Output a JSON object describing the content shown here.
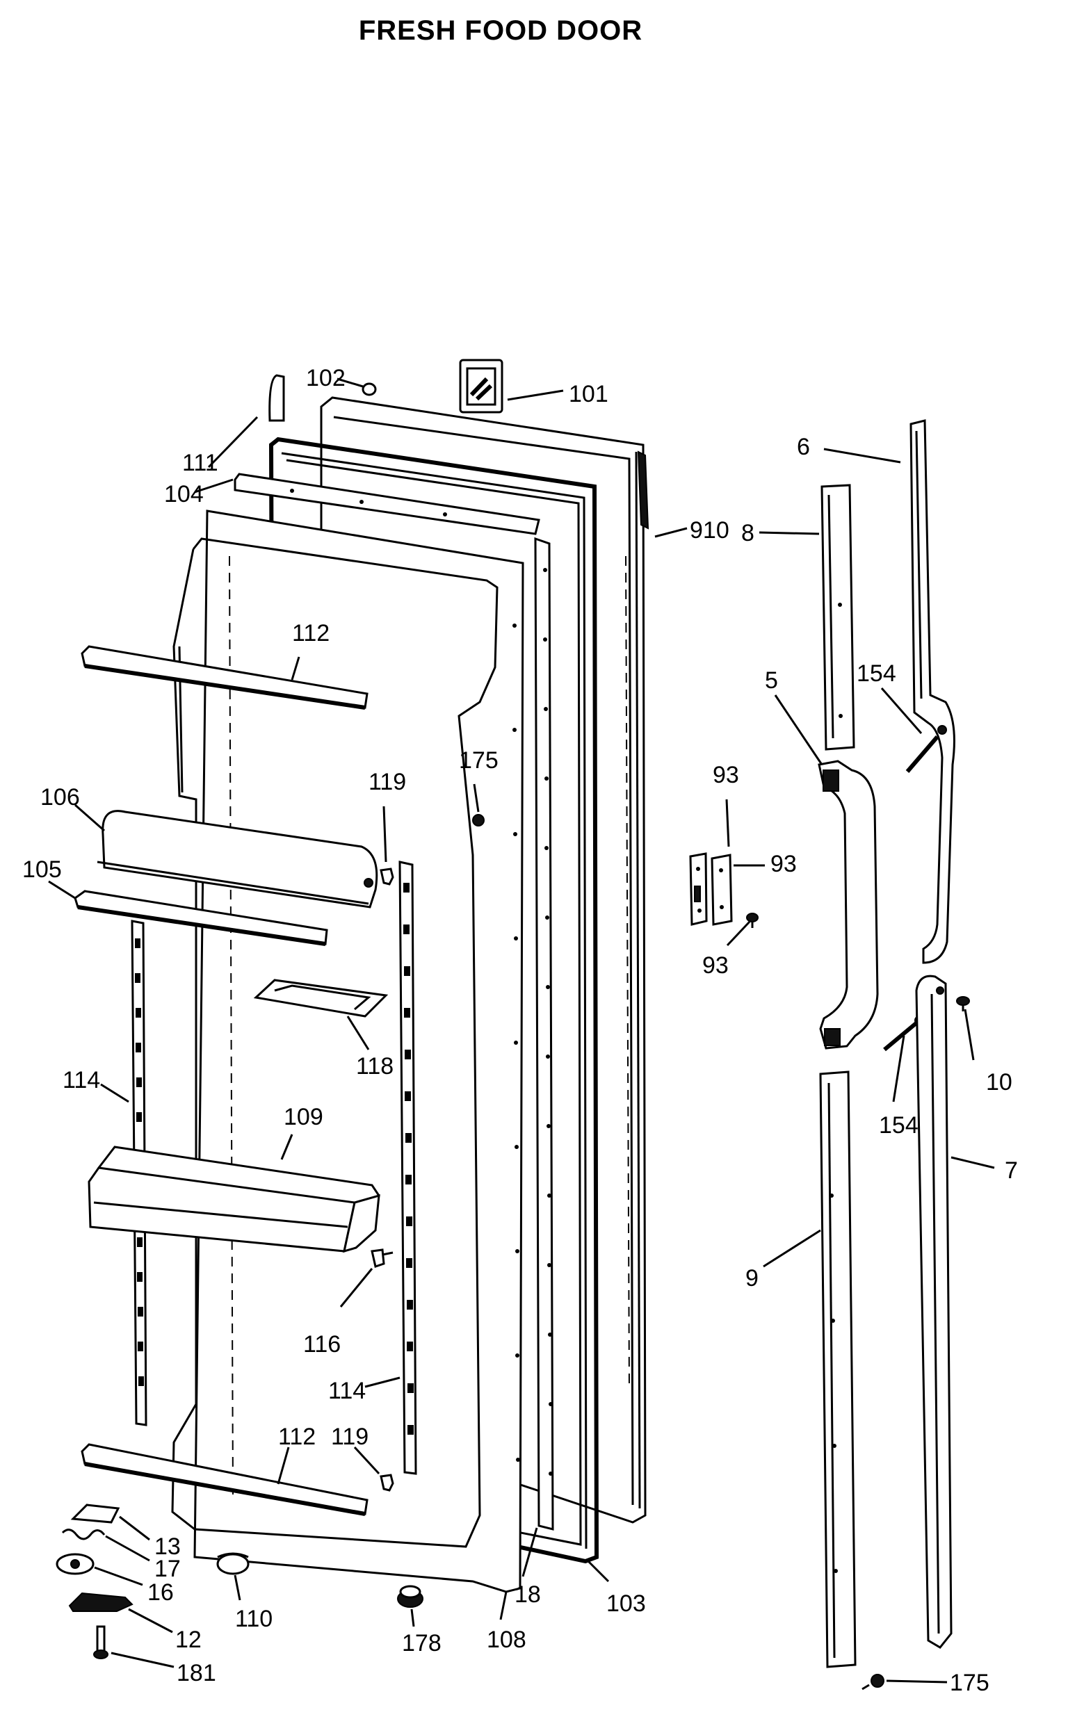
{
  "title": "FRESH FOOD DOOR",
  "callouts": {
    "c101": "101",
    "c102": "102",
    "c111": "111",
    "c104": "104",
    "c910": "910",
    "c6": "6",
    "c8": "8",
    "c112a": "112",
    "c5": "5",
    "c154a": "154",
    "c93a": "93",
    "c93b": "93",
    "c93c": "93",
    "c175a": "175",
    "c119a": "119",
    "c106": "106",
    "c105": "105",
    "c118": "118",
    "c114a": "114",
    "c109": "109",
    "c10": "10",
    "c154b": "154",
    "c7": "7",
    "c9": "9",
    "c116": "116",
    "c114b": "114",
    "c112b": "112",
    "c119b": "119",
    "c13": "13",
    "c17": "17",
    "c16": "16",
    "c110": "110",
    "c18": "18",
    "c103": "103",
    "c12": "12",
    "c178": "178",
    "c108": "108",
    "c181": "181",
    "c175b": "175"
  }
}
